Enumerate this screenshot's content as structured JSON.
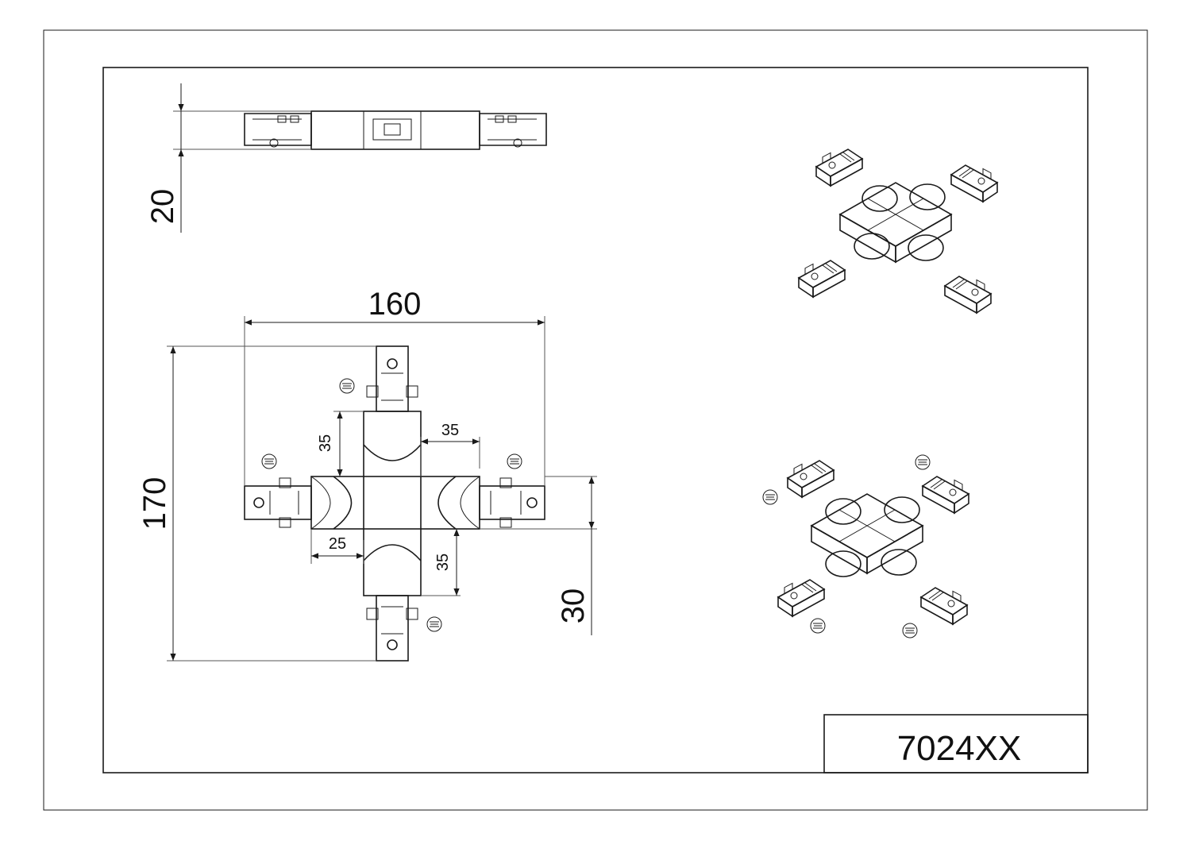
{
  "drawing": {
    "part_code": "7024XX",
    "dimensions": {
      "height_side": "20",
      "width": "160",
      "height": "170",
      "rail_width": "30",
      "arm_top": "35",
      "arm_right": "35",
      "arm_bottom": "35",
      "offset_left": "25"
    }
  },
  "colors": {
    "line": "#1a1a1a",
    "background": "#ffffff"
  }
}
